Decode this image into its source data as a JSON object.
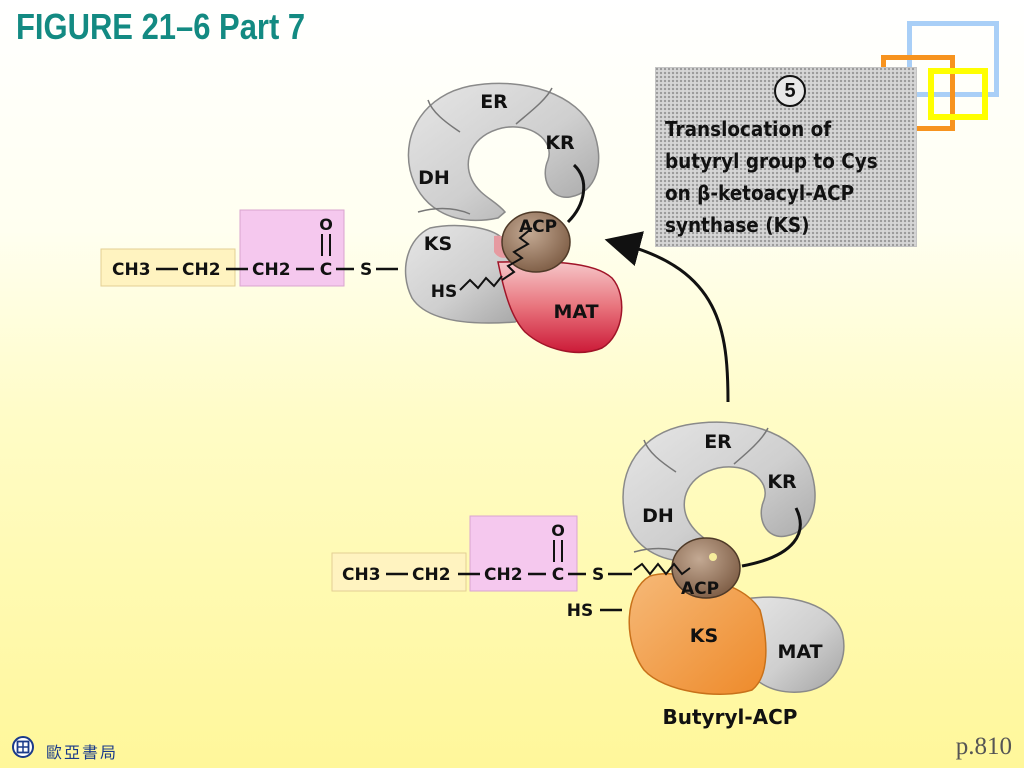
{
  "title": "FIGURE 21–6 Part 7",
  "step": {
    "number": "5",
    "lines": [
      "Translocation of",
      "butyryl group to Cys",
      "on β-ketoacyl-ACP",
      "synthase (KS)"
    ]
  },
  "top_complex": {
    "domains": {
      "er": "ER",
      "kr": "KR",
      "dh": "DH",
      "ks": "KS",
      "acp": "ACP",
      "mat": "MAT"
    },
    "free_thiol": "HS",
    "chain": {
      "c1": "CH3",
      "c2": "CH2",
      "c3": "CH2",
      "carbonyl_c": "C",
      "carbonyl_o": "O",
      "sulfur": "S"
    }
  },
  "bottom_complex": {
    "domains": {
      "er": "ER",
      "kr": "KR",
      "dh": "DH",
      "ks": "KS",
      "acp": "ACP",
      "mat": "MAT"
    },
    "free_thiol": "HS",
    "chain": {
      "c1": "CH3",
      "c2": "CH2",
      "c3": "CH2",
      "carbonyl_c": "C",
      "carbonyl_o": "O",
      "sulfur": "S"
    },
    "caption": "Butyryl-ACP"
  },
  "footer": {
    "publisher": "歐亞書局",
    "page_ref": "p.810"
  },
  "colors": {
    "title": "#138a82",
    "ks_domain_bottom": "#f39a3c",
    "mat_domain_top": "#cc1a38",
    "acp_domain": "#8c6a50",
    "highlight_pink": "#f5c8ee",
    "highlight_yellow": "#fff3c0"
  }
}
